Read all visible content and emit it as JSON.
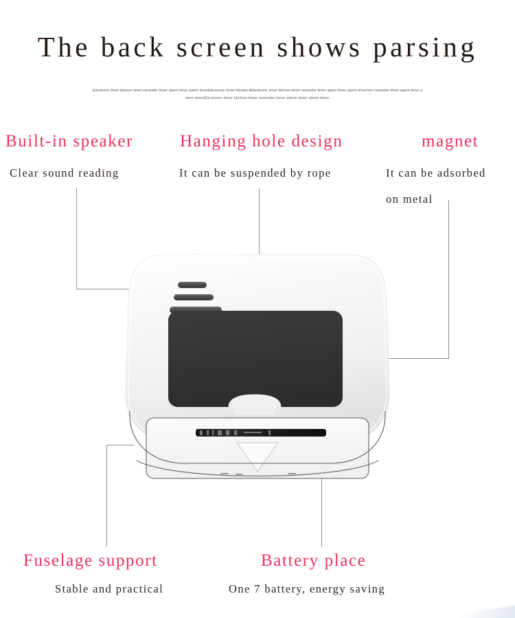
{
  "header": {
    "title": "The back screen shows parsing",
    "subtitle_line1": "Electronic timer kitchen timer reminder timer alarm timer alarm timerElectronic timer kitchen tiElectronic timer kitchen timer reminder timer alarm timer alarm timermer reminder timer alarm timer a",
    "subtitle_line2": "larm timerElectronic timer kitchen timer reminder timer alarm timer alarm timer"
  },
  "colors": {
    "accent_pink": "#f0325c",
    "title_dark": "#231a16",
    "body_dark": "#2c2420",
    "subtitle_gray": "#5d5750",
    "leader_line": "#9b8d7e",
    "screen_black": "#333333",
    "body_white": "#f4f4f4"
  },
  "callouts": [
    {
      "id": "built-in-speaker",
      "title": "Built-in speaker",
      "subtitle": "Clear sound reading"
    },
    {
      "id": "hanging-hole-design",
      "title": "Hanging hole design",
      "subtitle": "It can be suspended by rope"
    },
    {
      "id": "magnet",
      "title": "magnet",
      "subtitle_line1": "It can be adsorbed",
      "subtitle_line2": "on metal"
    },
    {
      "id": "fuselage-support",
      "title": "Fuselage support",
      "subtitle": "Stable and practical"
    },
    {
      "id": "battery-place",
      "title": "Battery place",
      "subtitle": "One 7 battery, energy saving"
    }
  ],
  "device": {
    "name": "kitchen-timer-back-view",
    "parts": [
      "speaker-grille",
      "hanging-hole-stand",
      "black-magnet-panel",
      "fold-out-stand",
      "battery-compartment",
      "battery-latch-arrow"
    ]
  }
}
